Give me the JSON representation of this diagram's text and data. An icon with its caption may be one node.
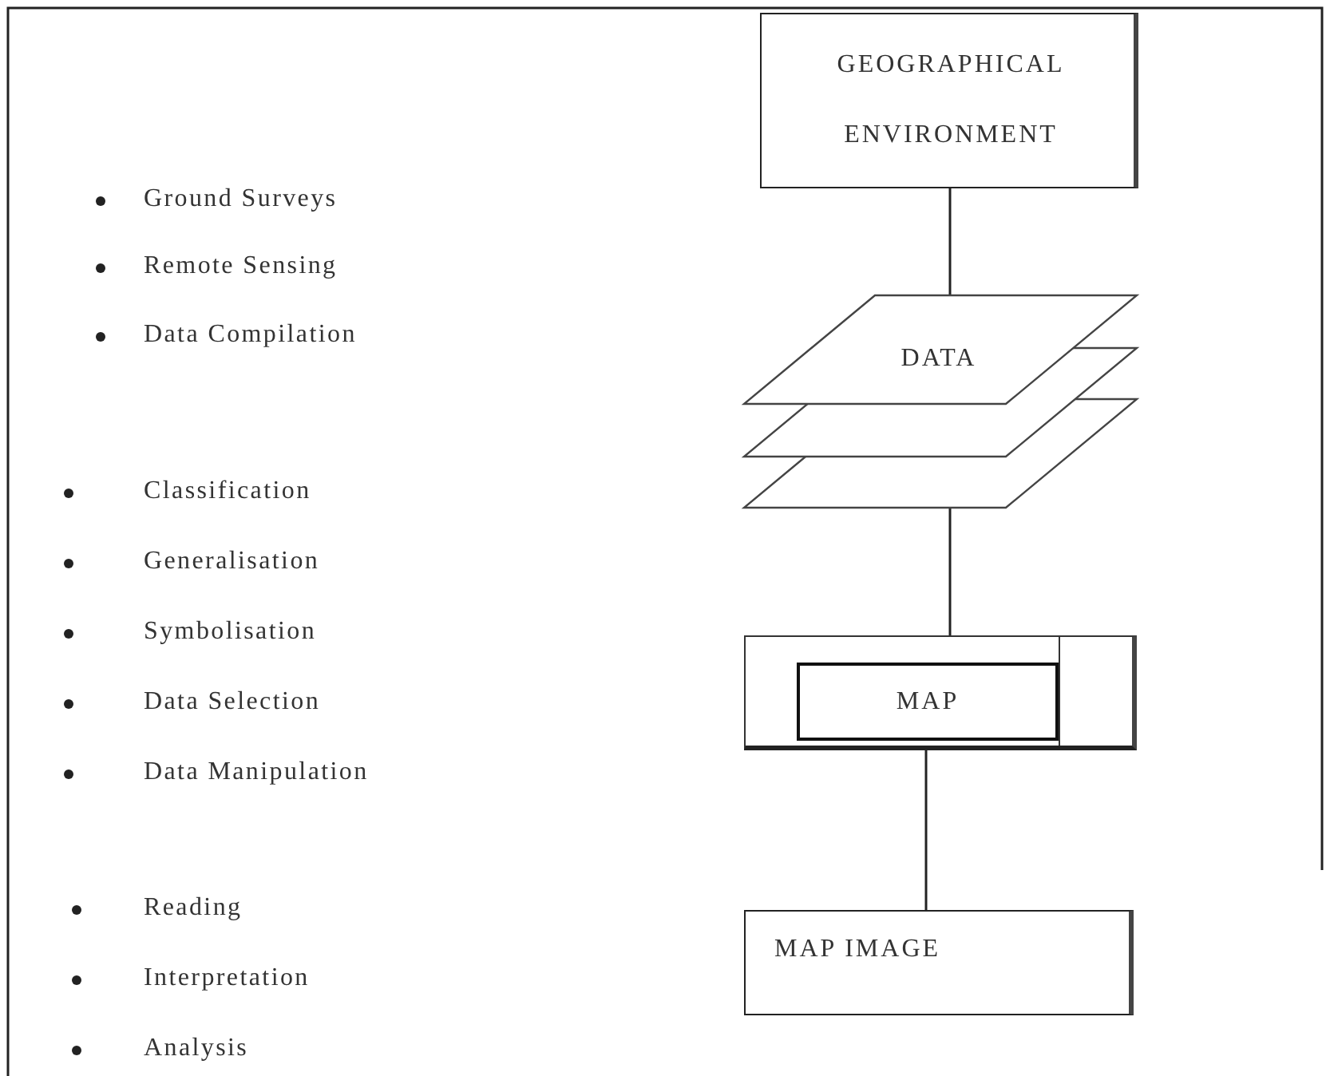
{
  "diagram": {
    "nodes": [
      {
        "text": [
          "GEOGRAPHICAL ENVIRONMENT"
        ]
      },
      {
        "text": [
          "DATA"
        ]
      },
      {
        "text": [],
        "shape": "box"
      },
      {
        "text": [
          "MAP"
        ],
        "in": 2
      },
      {
        "text": [
          "MAP IMAGE"
        ]
      }
    ],
    "edges": [
      {
        "from": 0,
        "to": 1,
        "arrow": "none"
      },
      {
        "from": 1,
        "to": 2,
        "arrow": "none"
      },
      {
        "from": 2,
        "to": 4,
        "arrow": "none"
      }
    ],
    "labels": [
      "Ground Surveys",
      "Remote Sensing",
      "Data Compilation",
      "Classification",
      "Generalisation",
      "Symbolisation",
      "Data Selection",
      "Data Manipulation",
      "Reading",
      "Interpretation",
      "Analysis"
    ]
  }
}
